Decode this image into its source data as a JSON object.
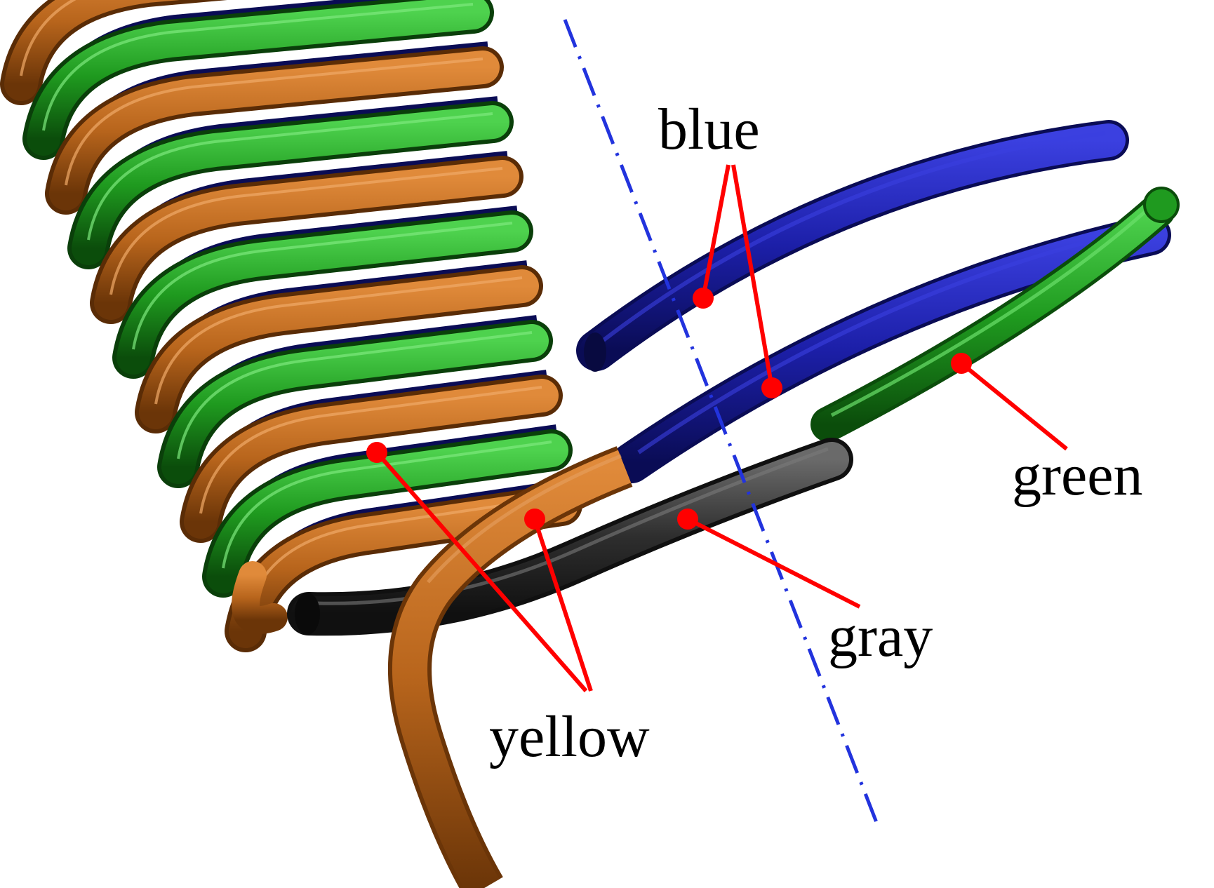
{
  "figure": {
    "labels": {
      "blue": "blue",
      "green": "green",
      "gray": "gray",
      "yellow": "yellow"
    },
    "colors": {
      "conductor_yellow": "#b8651c",
      "conductor_green": "#1f9a1f",
      "conductor_blue": "#1c1fa8",
      "conductor_gray": "#2e2e2e",
      "callout_line": "#ff0000",
      "axis_line": "#2233dd",
      "label_text": "#000000"
    },
    "components": [
      "yellow-conductor",
      "green-conductor",
      "blue-conductor",
      "gray-conductor",
      "axis-line"
    ]
  }
}
